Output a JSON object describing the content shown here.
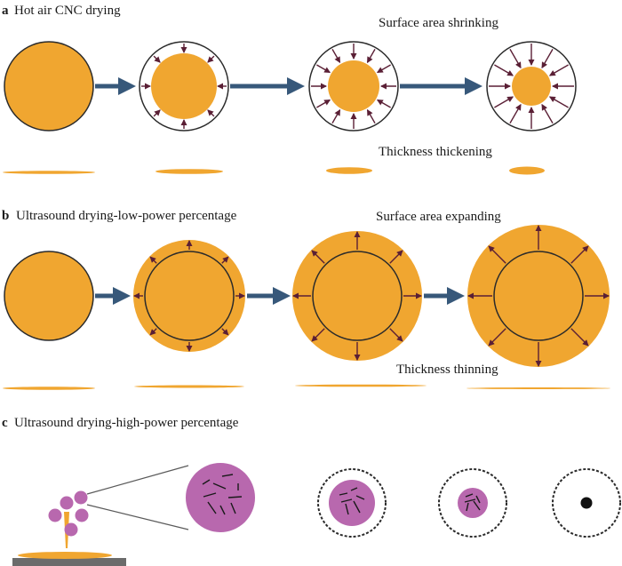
{
  "colors": {
    "fill": "#F0A630",
    "outline": "#2b2b2b",
    "arrow": "#37587A",
    "radial_arrow": "#5A1F35",
    "droplet": "#B868AE",
    "needle": "#1a1a1a",
    "substrate": "#6b6b6b",
    "lines": "#5a5a5a"
  },
  "panel_a": {
    "letter": "a",
    "title": "Hot air CNC drying",
    "annotation_top": "Surface area shrinking",
    "annotation_bottom": "Thickness thickening"
  },
  "panel_b": {
    "letter": "b",
    "title": "Ultrasound drying-low-power percentage",
    "annotation_top": "Surface area expanding",
    "annotation_bottom": "Thickness thinning"
  },
  "panel_c": {
    "letter": "c",
    "title": "Ultrasound drying-high-power percentage"
  },
  "icons": {
    "flow_arrow": "right-arrow-icon",
    "inward_arrow": "inward-arrow-icon",
    "outward_arrow": "outward-arrow-icon"
  }
}
